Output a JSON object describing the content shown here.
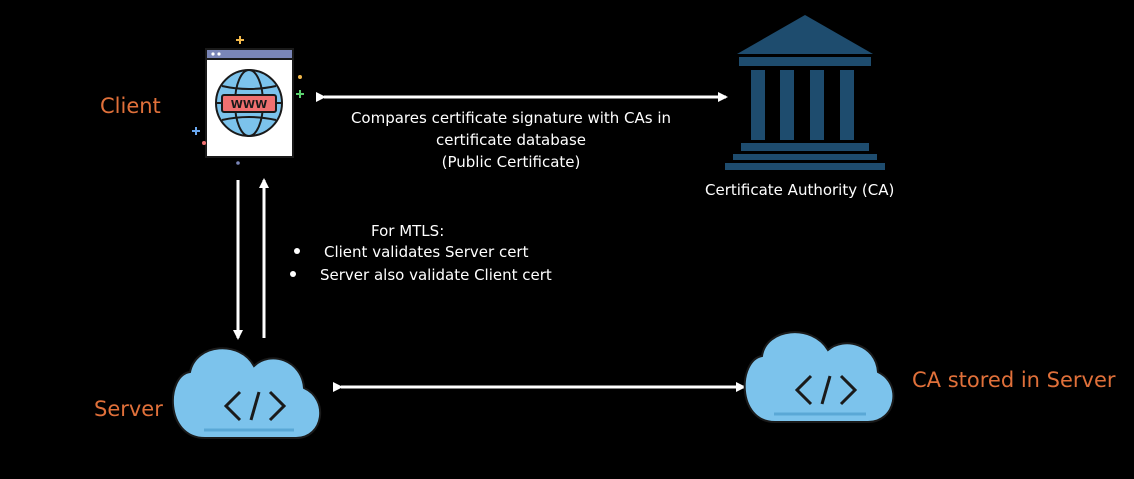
{
  "client": {
    "label": "Client",
    "icon": "web-browser-www-icon"
  },
  "certificate_authority": {
    "label": "Certificate Authority (CA)",
    "icon": "bank-building-icon"
  },
  "server": {
    "label": "Server",
    "icon": "cloud-code-icon"
  },
  "ca_store": {
    "label": "CA stored in Server",
    "icon": "cloud-code-icon"
  },
  "compare": {
    "lines": [
      "Compares certificate signature with CAs in",
      "certificate database",
      "(Public Certificate)"
    ]
  },
  "mtls": {
    "title": "For MTLS:",
    "items": [
      "Client validates Server cert",
      "Server also validate Client cert"
    ]
  },
  "colors": {
    "background": "#000000",
    "accent_orange": "#e0703a",
    "cloud_blue": "#7cc3ec",
    "bank_blue": "#1e4c6e"
  },
  "browser_icon_text": "WWW"
}
